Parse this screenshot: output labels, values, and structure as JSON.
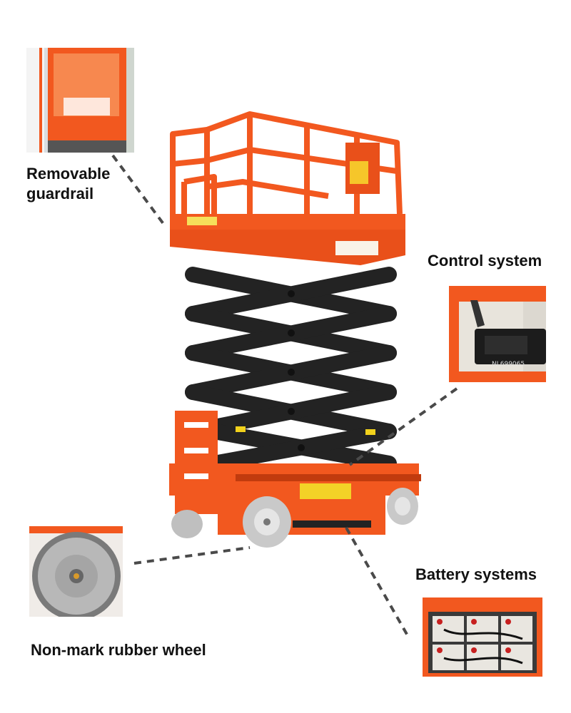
{
  "callouts": {
    "guardrail": {
      "line1": "Removable",
      "line2": "guardrail"
    },
    "control": {
      "label": "Control system",
      "panel_text": "NL699065"
    },
    "battery": {
      "label": "Battery systems"
    },
    "wheel": {
      "label": "Non-mark rubber wheel"
    }
  },
  "colors": {
    "lift_orange": "#f2581f",
    "scissor_black": "#232323",
    "wheel_gray": "#c9c9c9",
    "leader_line": "#4a4a4a"
  }
}
